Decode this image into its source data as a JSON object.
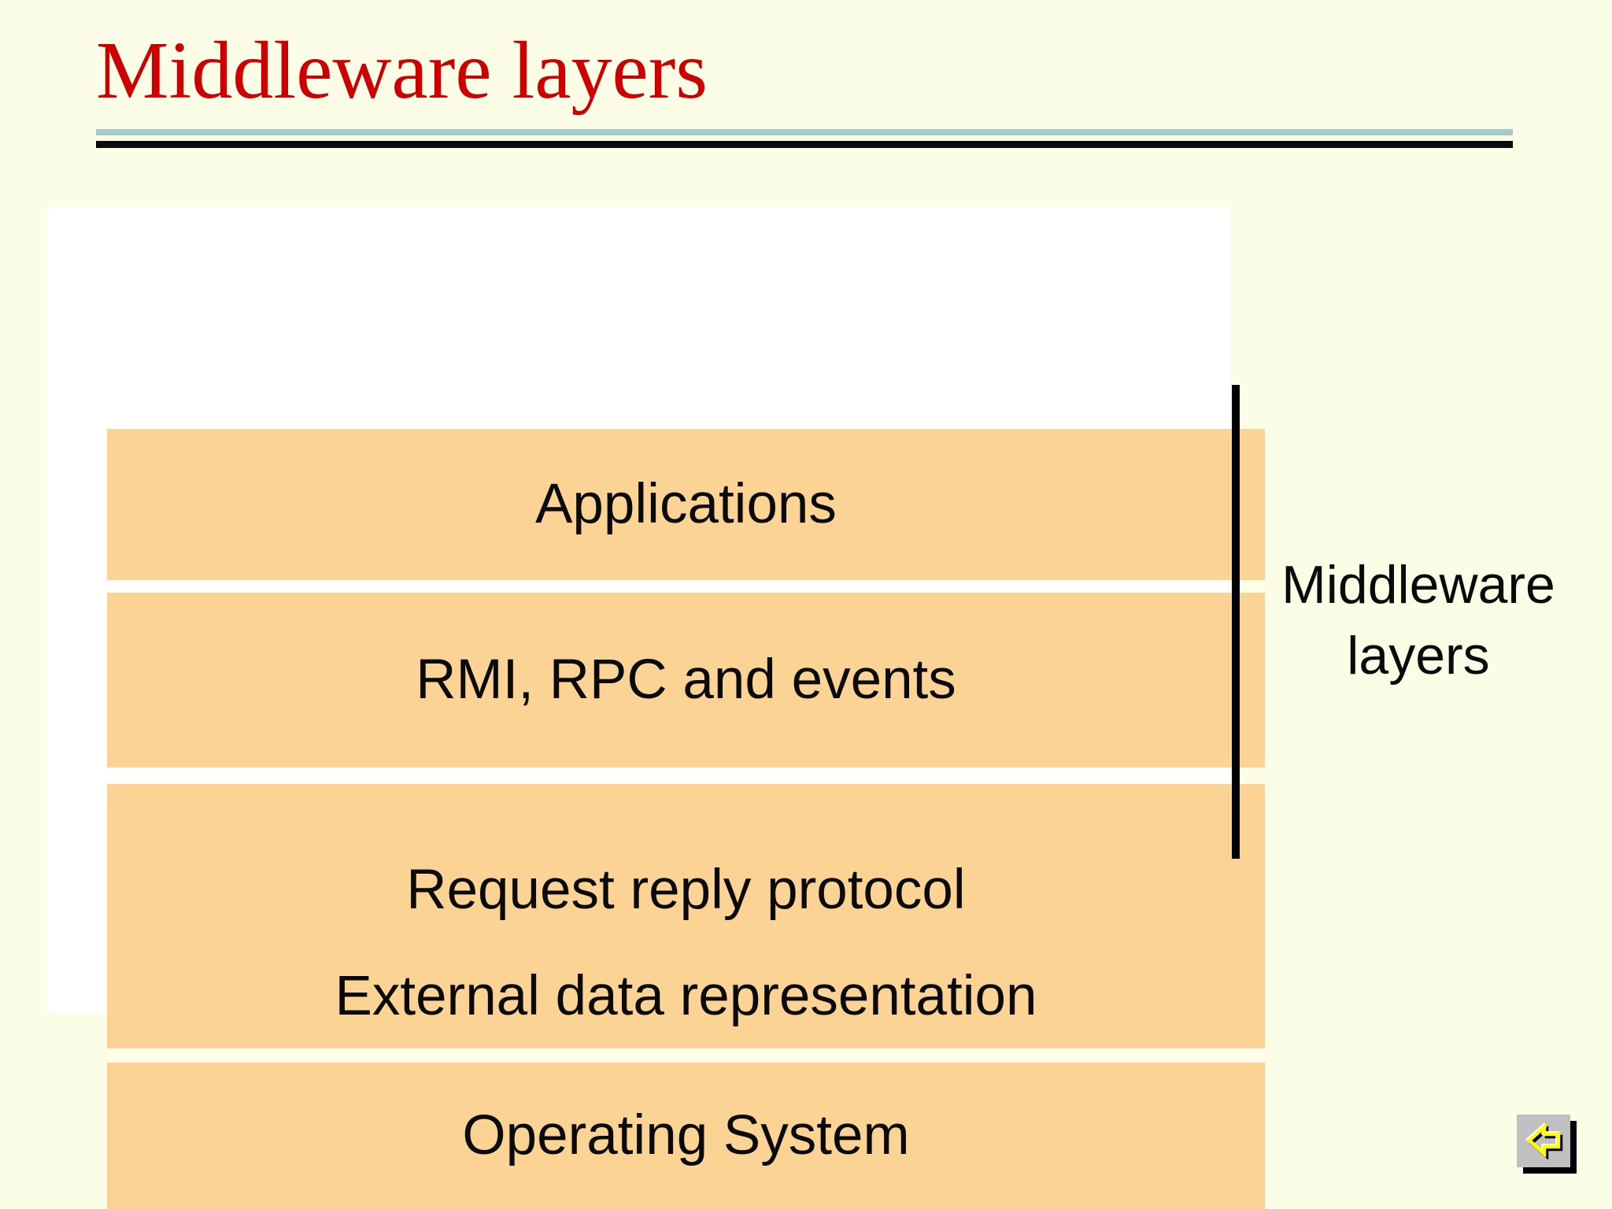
{
  "slide": {
    "title": "Middleware layers"
  },
  "diagram": {
    "layers": [
      {
        "name": "applications",
        "label": "Applications"
      },
      {
        "name": "rmi-rpc-events",
        "label": "RMI, RPC and events"
      },
      {
        "name": "protocol",
        "label": "Request reply protocol",
        "label2": "External data representation"
      },
      {
        "name": "operating-system",
        "label": "Operating System"
      }
    ],
    "bracket": {
      "line1": "Middleware",
      "line2": "layers"
    }
  },
  "icons": {
    "back_arrow": "left-block-arrow"
  },
  "colors": {
    "background": "#FCFDE6",
    "title_red": "#CC0000",
    "rule_teal": "#A6CAC8",
    "box_fill": "#FBD395",
    "panel_white": "#FFFFFF",
    "bracket_black": "#000000",
    "button_gray": "#C0C0C0",
    "arrow_yellow": "#FFFF00"
  }
}
